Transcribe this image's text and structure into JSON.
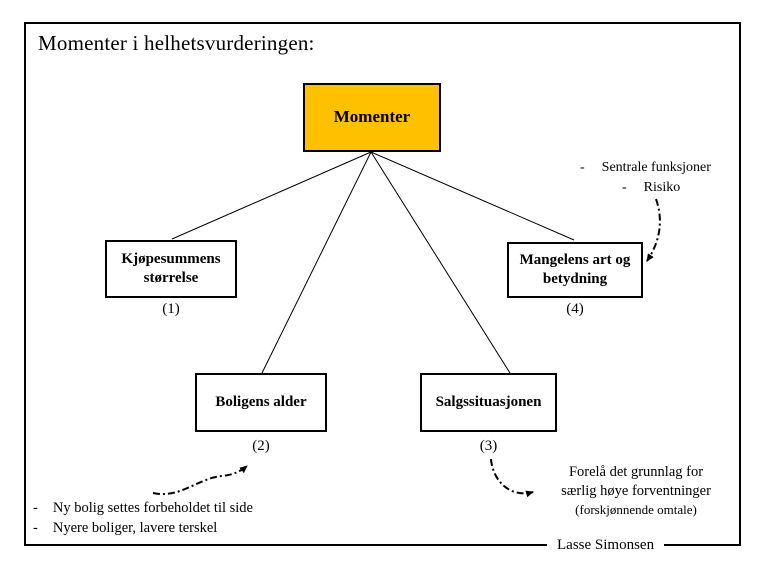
{
  "page": {
    "title": "Momenter i helhetsvurderingen:",
    "footer": "Lasse Simonsen",
    "accent_color": "#FFC000"
  },
  "diagram": {
    "root": {
      "label": "Momenter"
    },
    "nodes": [
      {
        "label": "Kjøpesummens størrelse",
        "number": "(1)"
      },
      {
        "label": "Boligens alder",
        "number": "(2)"
      },
      {
        "label": "Salgssituasjonen",
        "number": "(3)"
      },
      {
        "label": "Mangelens art og betydning",
        "number": "(4)"
      }
    ]
  },
  "annotations": {
    "top_right": [
      {
        "bullet": "-",
        "text": "Sentrale funksjoner"
      },
      {
        "bullet": "-",
        "text": "Risiko"
      }
    ],
    "bottom_left": [
      {
        "bullet": "-",
        "text": "Ny bolig settes forbeholdet til side"
      },
      {
        "bullet": "-",
        "text": "Nyere boliger, lavere terskel"
      }
    ],
    "bottom_right": {
      "line1": "Forelå det grunnlag for",
      "line2": "særlig høye forventninger",
      "line3": "(forskjønnende omtale)"
    }
  }
}
